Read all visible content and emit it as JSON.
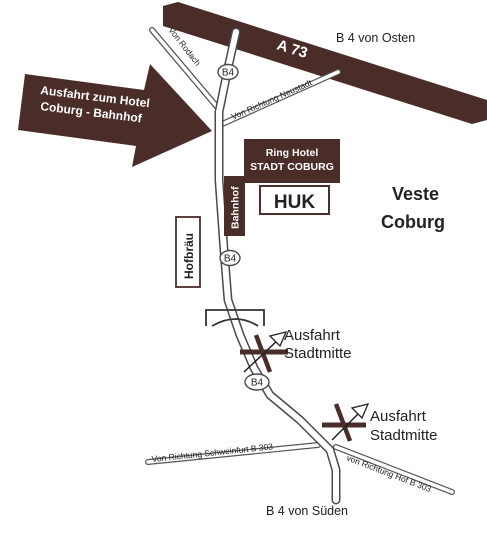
{
  "colors": {
    "brown": "#4a2c29",
    "road_outline": "#4a4a4a",
    "text": "#222222",
    "white": "#ffffff"
  },
  "highway": {
    "label": "A 73"
  },
  "directions": {
    "east": "B 4 von Osten",
    "south": "B 4 von Süden",
    "rodach": "Von Rodach",
    "neustadt": "Von Richtung Neustadt",
    "schweinfurt": "Von Richtung Schweinfurt B 303",
    "hof": "von Richtung Hof B 303"
  },
  "road_badges": [
    "B4",
    "B4",
    "B4"
  ],
  "arrow": {
    "line1": "Ausfahrt zum Hotel",
    "line2": "Coburg - Bahnhof"
  },
  "hotel": {
    "line1": "Ring Hotel",
    "line2": "STADT COBURG"
  },
  "landmarks": {
    "bahnhof": "Bahnhof",
    "huk": "HUK",
    "hofbraeu": "Hofbräu",
    "veste_line1": "Veste",
    "veste_line2": "Coburg"
  },
  "exits": [
    {
      "line1": "Ausfahrt",
      "line2": "Stadtmitte"
    },
    {
      "line1": "Ausfahrt",
      "line2": "Stadtmitte"
    }
  ],
  "icons": [
    "exit-cross-arrow-icon",
    "bridge-icon",
    "large-arrow-icon"
  ]
}
